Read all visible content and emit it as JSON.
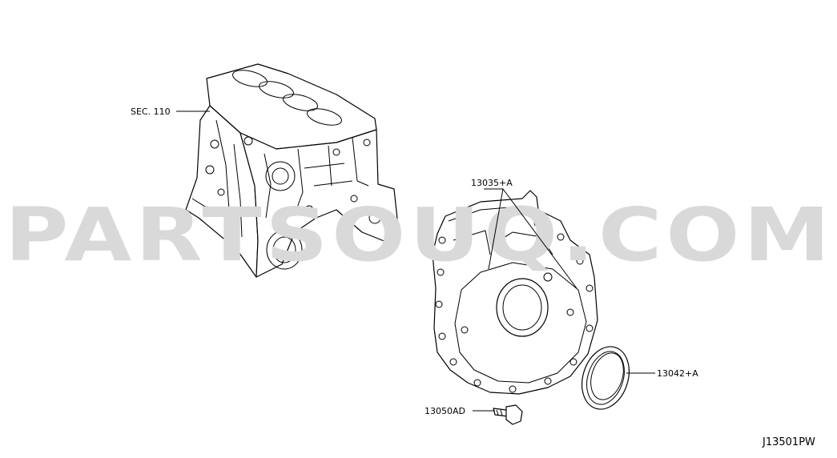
{
  "watermark": "PARTSOUQ.COM",
  "labels": {
    "sec110": "SEC. 110",
    "p13035": "13035+A",
    "p13042": "13042+A",
    "p13050": "13050AD",
    "diagram_code": "J13501PW"
  },
  "colors": {
    "line": "#000000",
    "watermark": "#d9d9d9",
    "background": "#ffffff"
  }
}
